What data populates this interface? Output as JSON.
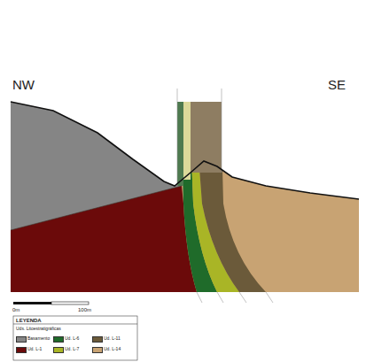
{
  "diagram": {
    "labels": [
      "NW",
      "SE",
      "0m",
      "100m",
      "LEYENDA",
      "Uds. Litoestratigráficas"
    ],
    "legend": [
      {
        "text": "Basamento",
        "color": "#858585"
      },
      {
        "text": "Ud. L-1",
        "color": "#6b0a0a"
      },
      {
        "text": "Ud. L-6",
        "color": "#1f6b2a"
      },
      {
        "text": "Ud. L-7",
        "color": "#a9b526"
      },
      {
        "text": "Ud. L-11",
        "color": "#6b5a3a"
      },
      {
        "text": "Ud. L-14",
        "color": "#c8a373"
      }
    ]
  }
}
